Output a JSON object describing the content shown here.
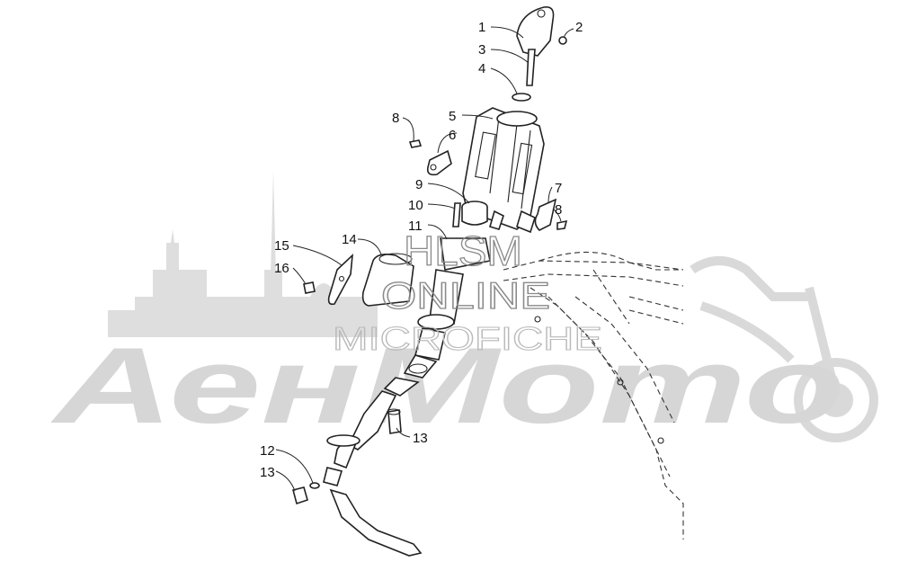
{
  "watermarks": {
    "brand": "АенМото",
    "hlsm": "HLSM",
    "online": "ONLINE",
    "microfiche": "MICROFICHE"
  },
  "callouts": [
    {
      "id": "1",
      "label": "1"
    },
    {
      "id": "2",
      "label": "2"
    },
    {
      "id": "3",
      "label": "3"
    },
    {
      "id": "4",
      "label": "4"
    },
    {
      "id": "5",
      "label": "5"
    },
    {
      "id": "6",
      "label": "6"
    },
    {
      "id": "7",
      "label": "7"
    },
    {
      "id": "8a",
      "label": "8"
    },
    {
      "id": "8b",
      "label": "8"
    },
    {
      "id": "9",
      "label": "9"
    },
    {
      "id": "10",
      "label": "10"
    },
    {
      "id": "11",
      "label": "11"
    },
    {
      "id": "12",
      "label": "12"
    },
    {
      "id": "13a",
      "label": "13"
    },
    {
      "id": "13b",
      "label": "13"
    },
    {
      "id": "14",
      "label": "14"
    },
    {
      "id": "15",
      "label": "15"
    },
    {
      "id": "16",
      "label": "16"
    }
  ]
}
